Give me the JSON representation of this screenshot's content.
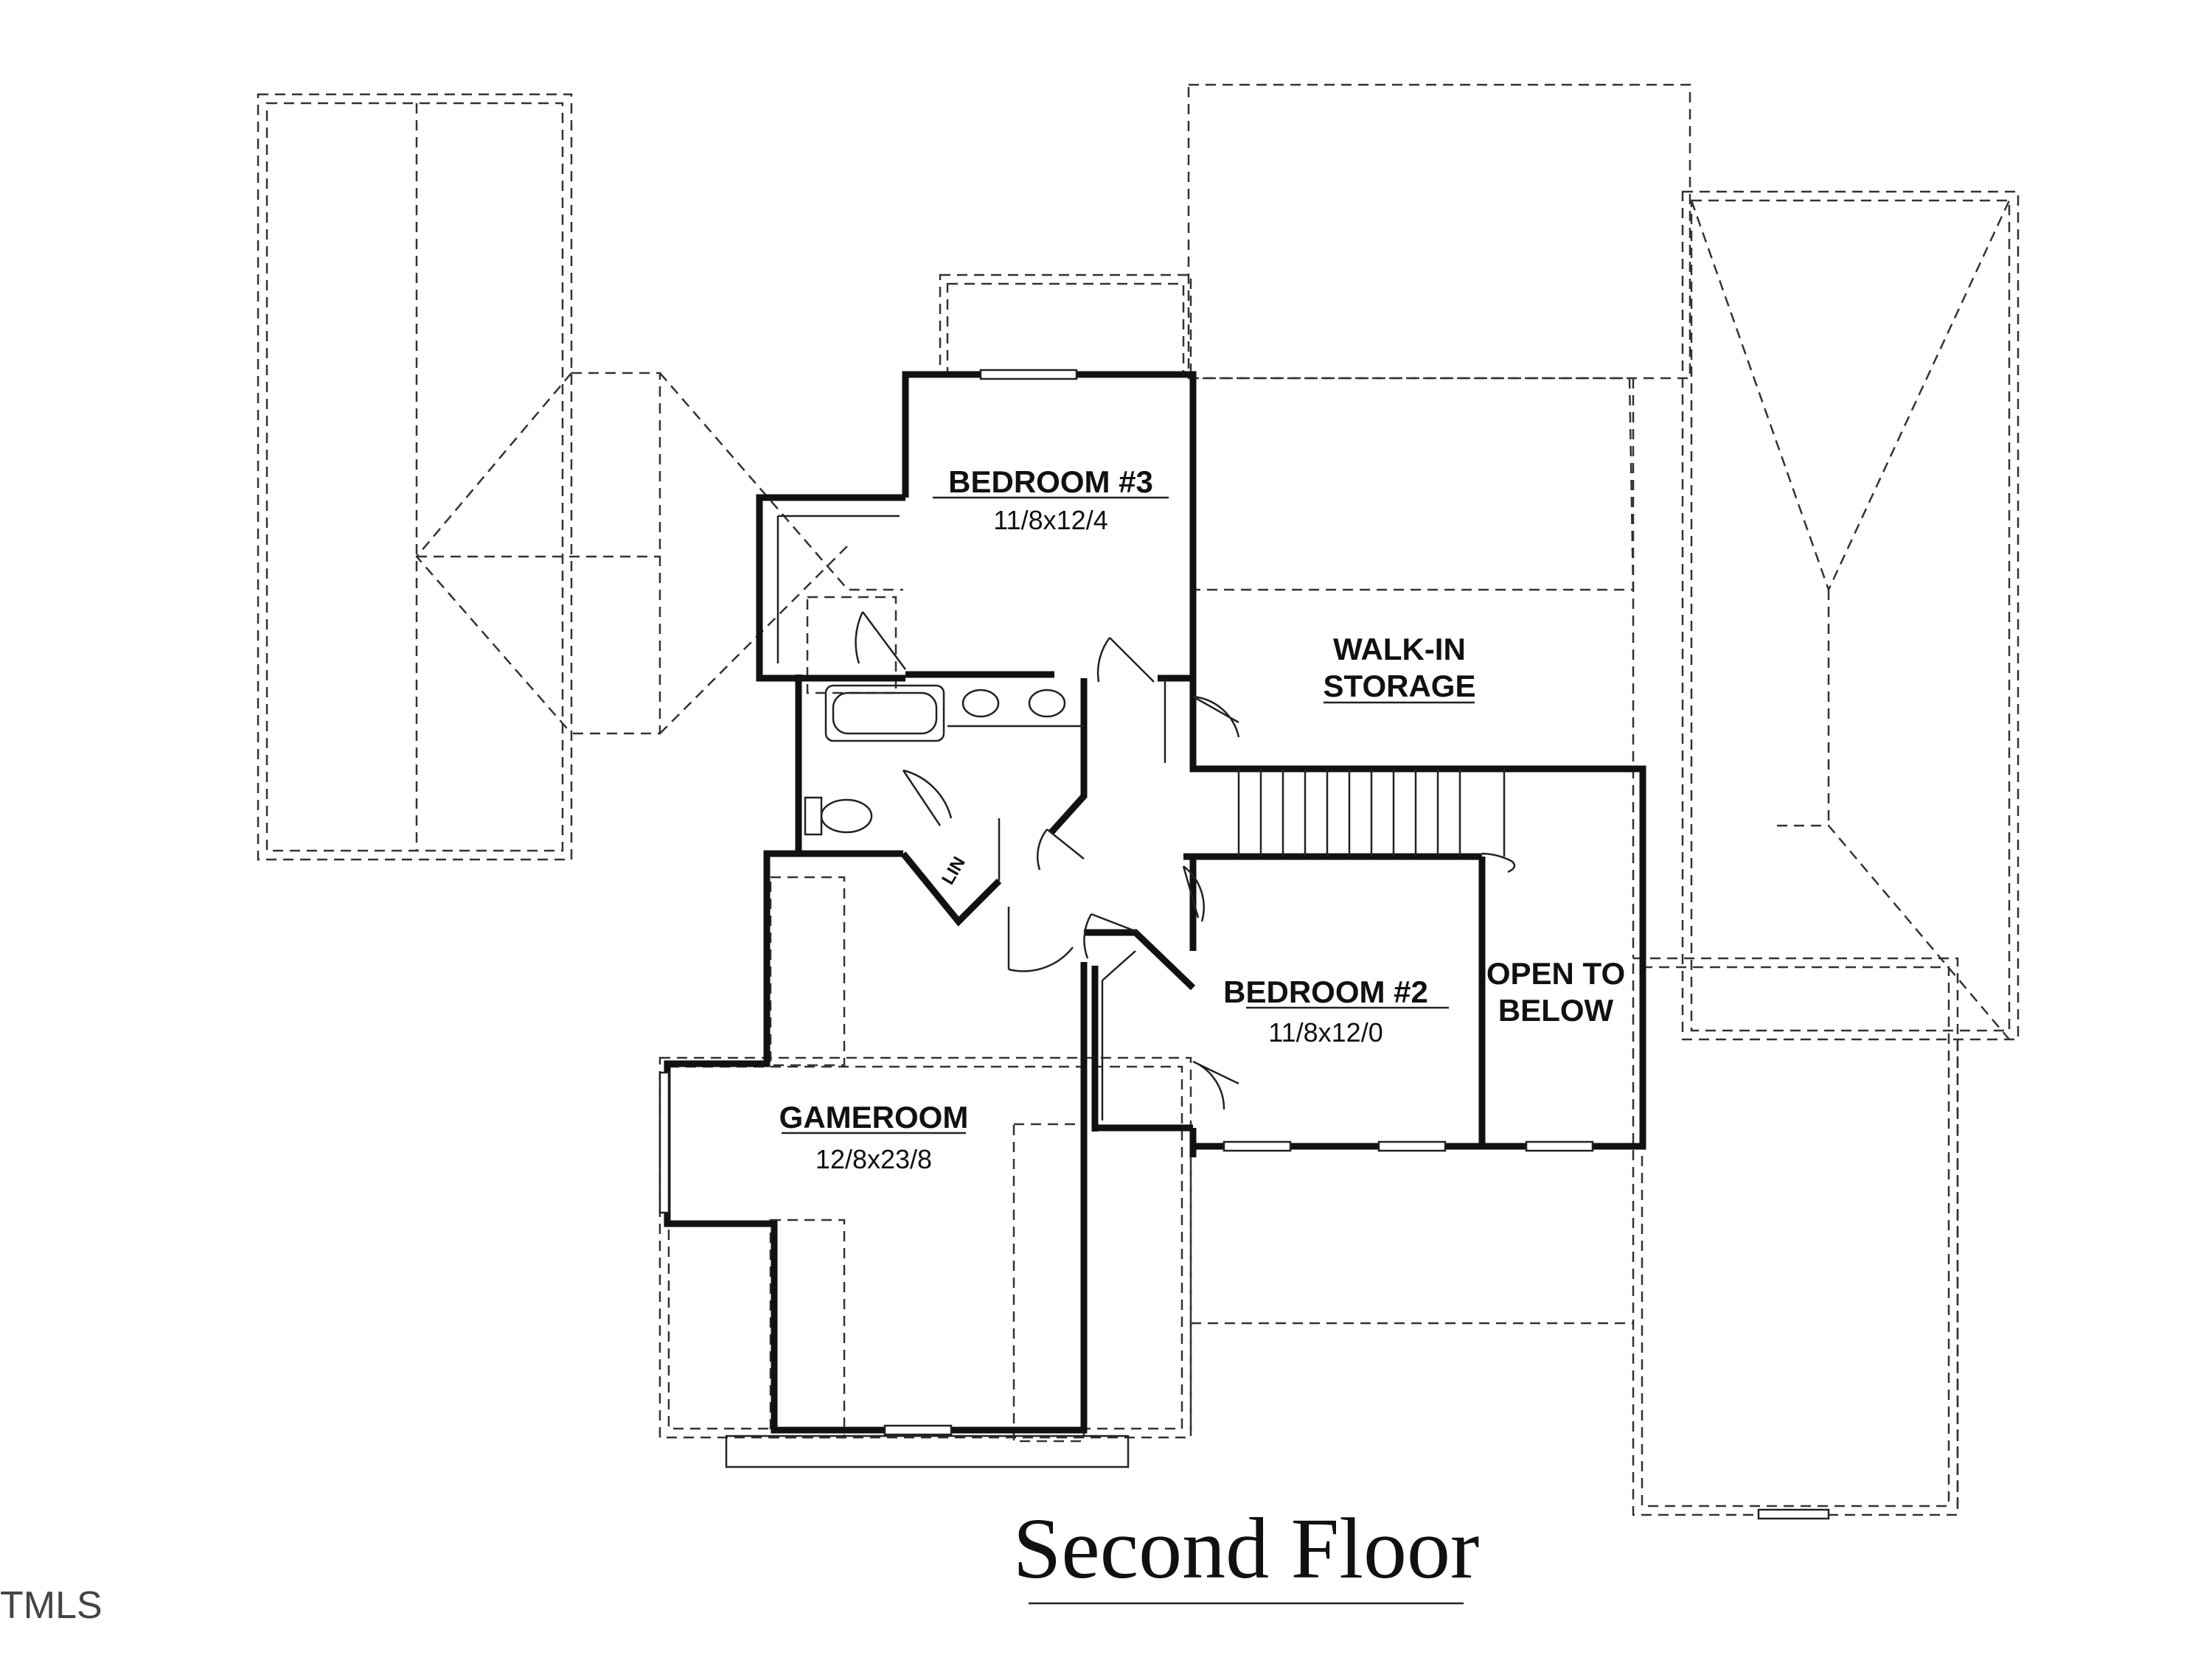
{
  "plan": {
    "title": "Second Floor",
    "watermark": "TMLS",
    "rooms": {
      "bedroom3": {
        "name": "BEDROOM #3",
        "dims": "11/8x12/4"
      },
      "walkin_line1": "WALK-IN",
      "walkin_line2": "STORAGE",
      "bedroom2": {
        "name": "BEDROOM #2",
        "dims": "11/8x12/0"
      },
      "open_line1": "OPEN TO",
      "open_line2": "BELOW",
      "gameroom": {
        "name": "GAMEROOM",
        "dims": "12/8x23/8"
      },
      "linen": "LIN"
    }
  }
}
